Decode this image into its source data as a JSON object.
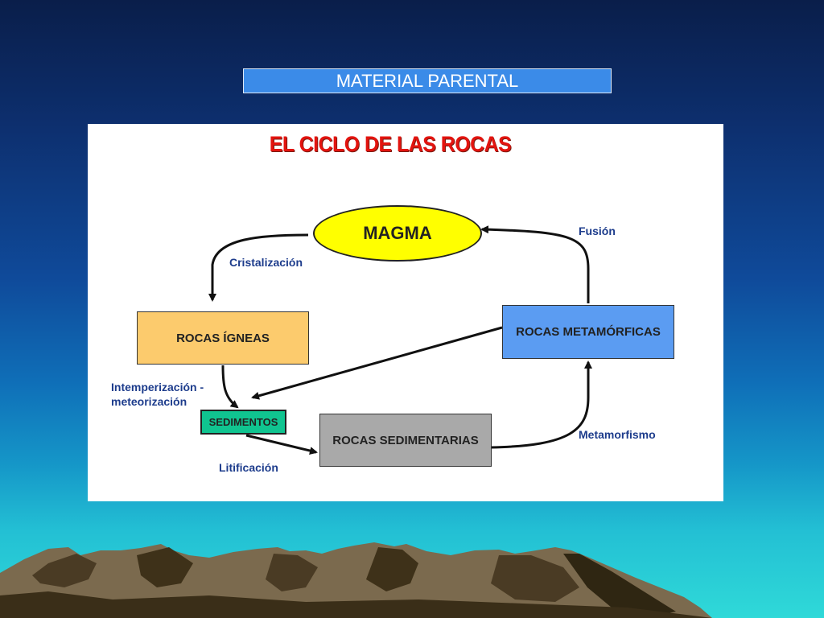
{
  "banner": {
    "text": "MATERIAL PARENTAL"
  },
  "diagram": {
    "title": "EL CICLO DE LAS ROCAS",
    "nodes": {
      "magma": "MAGMA",
      "igneas": "ROCAS ÍGNEAS",
      "metamorficas": "ROCAS METAMÓRFICAS",
      "sedimentos": "SEDIMENTOS",
      "sedimentarias": "ROCAS SEDIMENTARIAS"
    },
    "processes": {
      "cristalizacion": "Cristalización",
      "fusion": "Fusión",
      "intemperizacion_1": "Intemperización -",
      "intemperizacion_2": "meteorización",
      "metamorfismo": "Metamorfismo",
      "litificacion": "Litificación"
    }
  },
  "colors": {
    "magma": "#ffff00",
    "igneas": "#fccb6d",
    "metamorficas": "#5b9cf2",
    "sedimentos": "#10c490",
    "sedimentarias": "#a9a9a9",
    "title": "#e3140f",
    "labels": "#1d3c8c",
    "banner": "#3b8be8"
  }
}
